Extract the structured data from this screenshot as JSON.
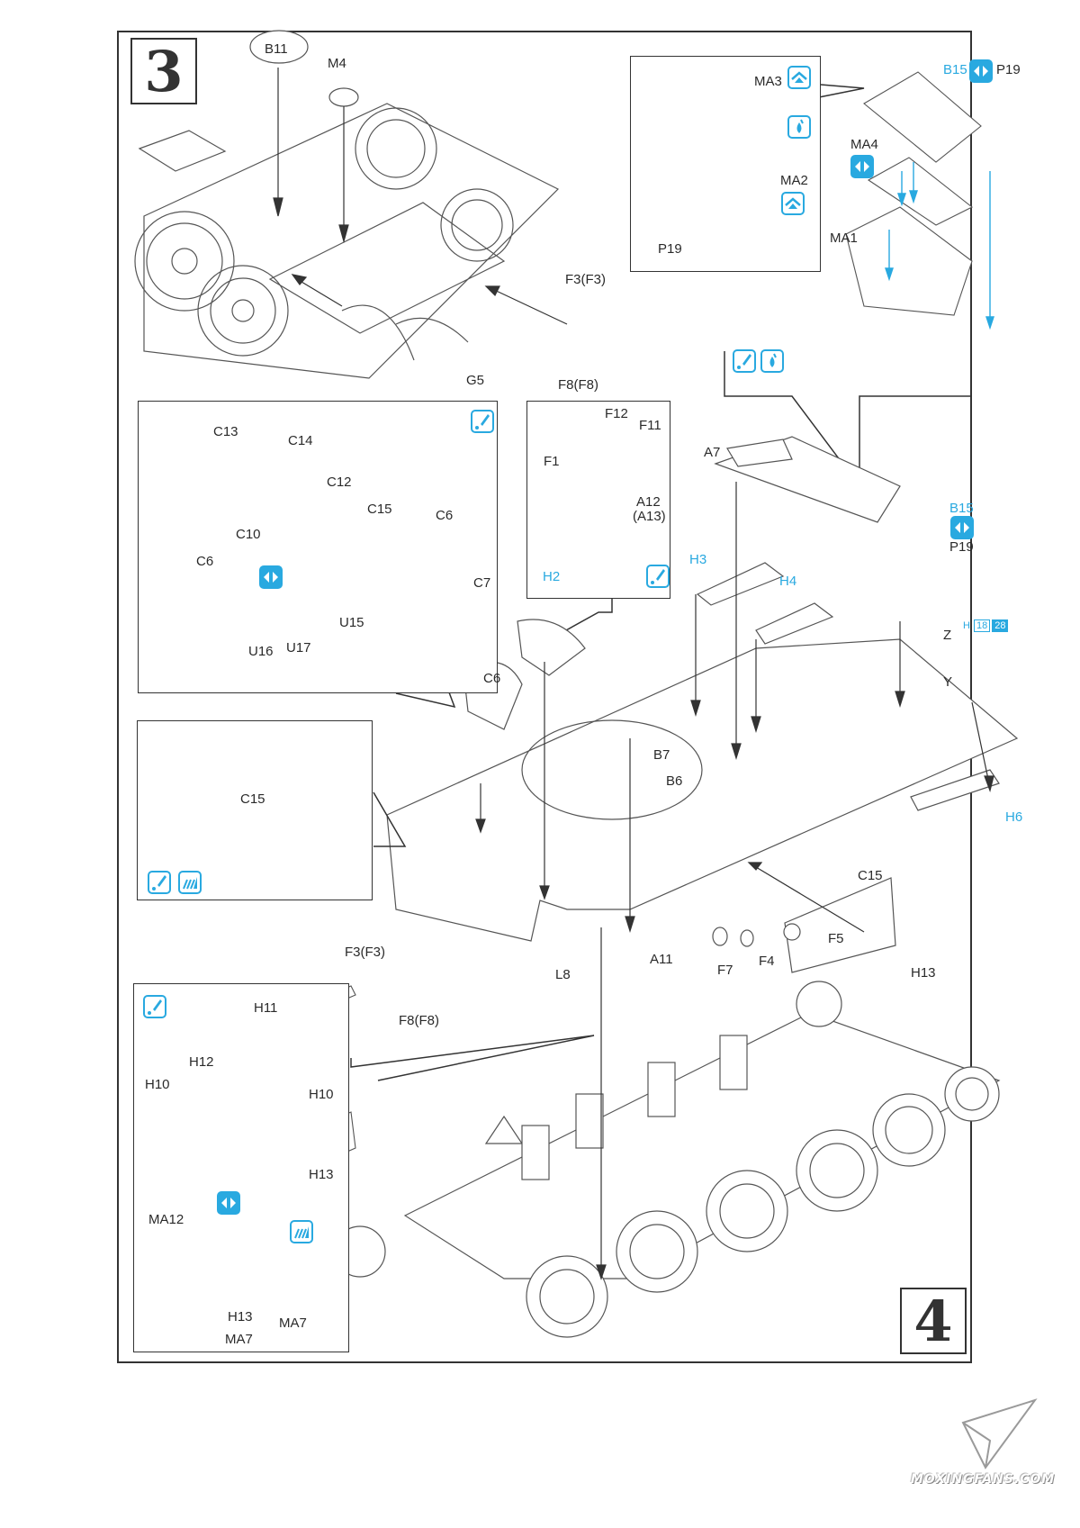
{
  "steps": [
    {
      "number": "3"
    },
    {
      "number": "4"
    }
  ],
  "step3": {
    "labels": [
      "B11",
      "M4",
      "F3(F3)",
      "F8(F8)",
      "G5"
    ]
  },
  "grille_inset": {
    "labels": [
      "MA3",
      "MA2",
      "P19"
    ],
    "icons": [
      "bend-up-icon",
      "glue-drop-icon",
      "bend-up-icon"
    ]
  },
  "grille_main": {
    "labels": {
      "b15": "B15",
      "p19": "P19",
      "ma4": "MA4",
      "ma1": "MA1"
    },
    "icons": [
      "option-choice-icon",
      "option-choice-icon",
      "paint-brush-icon",
      "glue-drop-icon"
    ]
  },
  "gun_inset": {
    "labels": [
      "C13",
      "C14",
      "C10",
      "C12",
      "C15",
      "C6",
      "C6",
      "C7",
      "U15",
      "U16",
      "U17"
    ],
    "icons": [
      "paint-brush-icon",
      "option-choice-icon"
    ]
  },
  "hatch_inset": {
    "labels": [
      "F12",
      "F11",
      "F1",
      "A12",
      "(A13)"
    ],
    "blue_labels": [
      "H2"
    ],
    "icons": [
      "paint-brush-icon"
    ]
  },
  "hull_top": {
    "labels": [
      "A7",
      "P19",
      "C6",
      "B7",
      "B6",
      "C15",
      "A11",
      "F7",
      "F4",
      "F5",
      "H13",
      "L8",
      "F3(F3)",
      "F8(F8)",
      "Z",
      "Y"
    ],
    "blue_labels": [
      "B15",
      "H3",
      "H4",
      "H6"
    ],
    "track_chip": {
      "prefix": "H",
      "values": [
        "18",
        "28"
      ],
      "selected": "28"
    }
  },
  "fender_inset": {
    "labels": [
      "C15"
    ],
    "icons": [
      "paint-brush-icon",
      "decal-icon"
    ]
  },
  "box_inset": {
    "labels": [
      "H11",
      "H12",
      "H10",
      "H10",
      "H13",
      "MA12",
      "H13",
      "MA7",
      "MA7"
    ],
    "icons": [
      "paint-brush-icon",
      "option-choice-icon",
      "decal-icon"
    ]
  },
  "watermark": {
    "text": "MOXINGFANS.COM"
  },
  "colors": {
    "accent": "#29a9e0",
    "line": "#333333",
    "pe_fill": "#1e9fd8"
  }
}
